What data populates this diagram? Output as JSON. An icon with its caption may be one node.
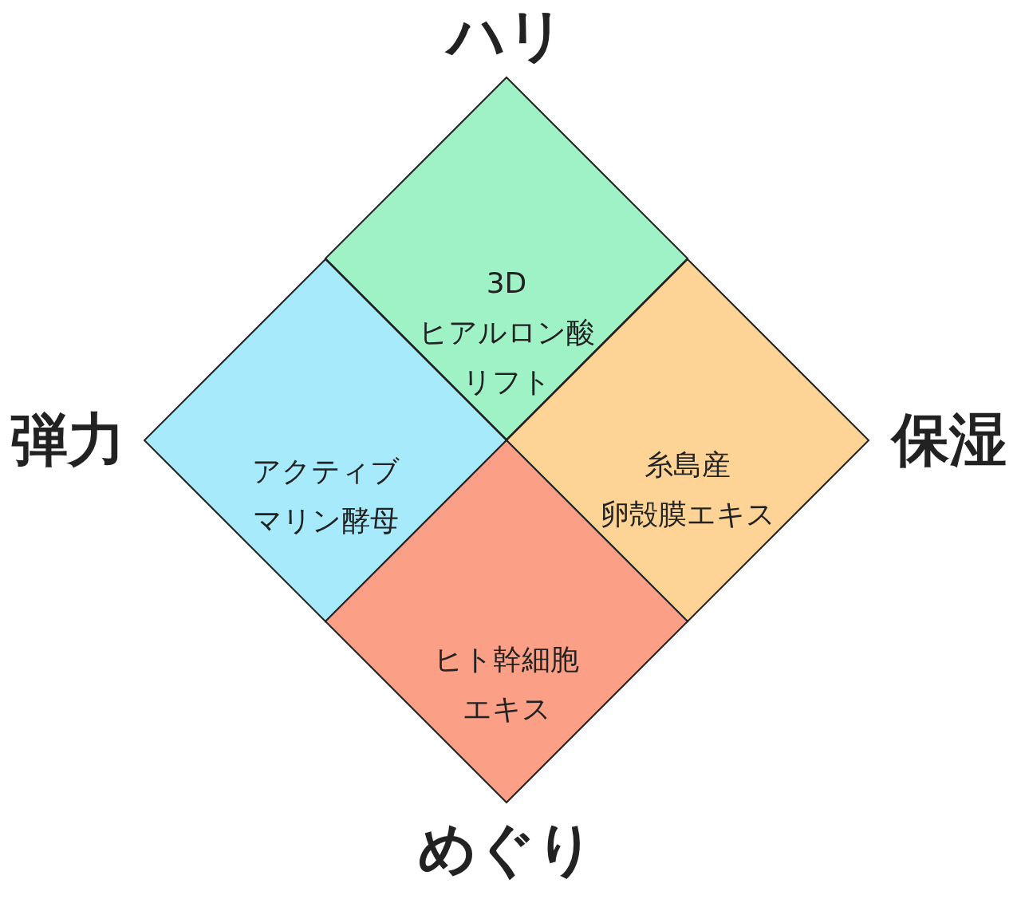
{
  "diagram": {
    "nodes": [
      {
        "text": [
          "3Dヒアルロン酸リフト"
        ]
      },
      {
        "text": [
          "アクティブマリン酵母"
        ]
      },
      {
        "text": [
          "糸島産卵殻膜エキス"
        ]
      },
      {
        "text": [
          "ヒト幹細胞エキス"
        ]
      }
    ],
    "labels": [
      "ハリ",
      "弾力",
      "保湿",
      "めぐり"
    ]
  }
}
